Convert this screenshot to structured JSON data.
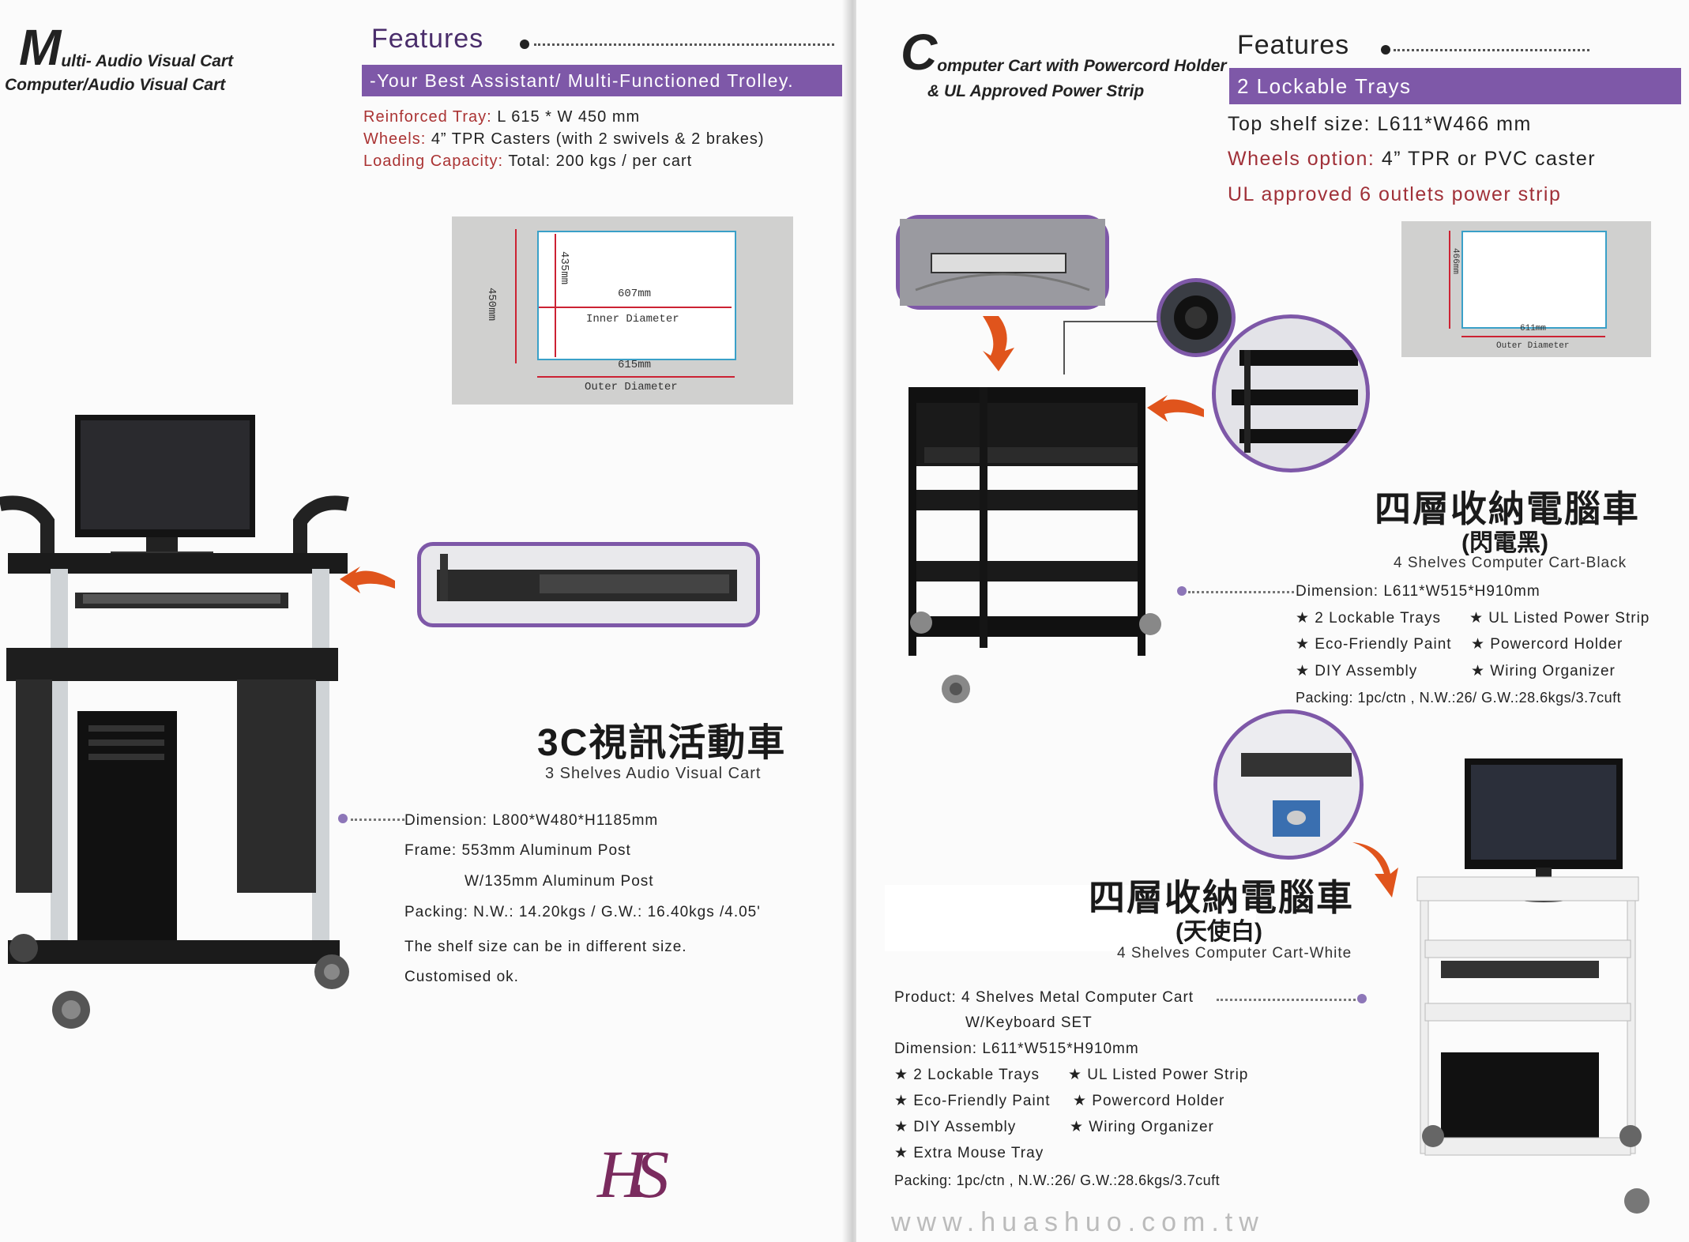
{
  "left": {
    "brand_line1": "Multi- Audio Visual Cart",
    "brand_line1_cap": "M",
    "brand_line1_rest": "ulti- Audio Visual Cart",
    "brand_line2": "Computer/Audio Visual Cart",
    "features_heading": "Features",
    "band_text": "-Your Best Assistant/ Multi-Functioned Trolley.",
    "specs": [
      {
        "key": "Reinforced Tray:",
        "value": "L 615 * W 450 mm"
      },
      {
        "key": "Wheels:",
        "value": "4” TPR Casters (with 2 swivels & 2 brakes)"
      },
      {
        "key": "Loading Capacity:",
        "value": "Total: 200 kgs / per cart"
      }
    ],
    "diagram": {
      "outer_h": "450mm",
      "inner_h": "435mm",
      "inner_w": "607mm",
      "inner_label": "Inner Diameter",
      "outer_w": "615mm",
      "outer_label": "Outer Diameter"
    },
    "product_title_cn": "3C視訊活動車",
    "product_title_en": "3 Shelves Audio Visual Cart",
    "details": [
      "Dimension:  L800*W480*H1185mm",
      "Frame: 553mm Aluminum Post",
      "W/135mm Aluminum Post",
      "Packing: N.W.: 14.20kgs / G.W.: 16.40kgs /4.05'",
      "The shelf size can be in different size.",
      "Customised ok."
    ],
    "logo": "HS"
  },
  "right": {
    "brand_cap": "C",
    "brand_line1_rest": "omputer Cart with Powercord Holder",
    "brand_line2": "& UL Approved Power Strip",
    "features_heading": "Features",
    "band_text": "2 Lockable Trays",
    "specs": [
      {
        "key": "Top shelf size:",
        "value": "L611*W466 mm",
        "plain": true
      },
      {
        "key": "Wheels option:",
        "value": "4” TPR or PVC caster"
      },
      {
        "key": "UL approved 6 outlets power strip",
        "value": ""
      }
    ],
    "diagram": {
      "outer_h": "466mm",
      "outer_w": "611mm",
      "outer_label": "Outer Diameter"
    },
    "black_cart": {
      "title_cn": "四層收納電腦車",
      "subtitle_cn": "(閃電黑)",
      "title_en": "4 Shelves Computer Cart-Black",
      "dimension": "Dimension:  L611*W515*H910mm",
      "features_rows": [
        [
          "★ 2 Lockable Trays",
          "★ UL Listed Power Strip"
        ],
        [
          "★ Eco-Friendly Paint",
          "★ Powercord Holder"
        ],
        [
          "★ DIY Assembly",
          "★ Wiring Organizer"
        ]
      ],
      "packing": "Packing: 1pc/ctn , N.W.:26/ G.W.:28.6kgs/3.7cuft"
    },
    "white_cart": {
      "title_cn": "四層收納電腦車",
      "subtitle_cn": "(天使白)",
      "title_en": "4 Shelves Computer Cart-White",
      "product": "Product: 4 Shelves Metal Computer Cart",
      "product2": "W/Keyboard SET",
      "dimension": "Dimension:  L611*W515*H910mm",
      "features_rows": [
        [
          "★ 2 Lockable Trays",
          "★ UL Listed Power Strip"
        ],
        [
          "★ Eco-Friendly Paint",
          "★ Powercord Holder"
        ],
        [
          "★ DIY Assembly",
          "★ Wiring Organizer"
        ],
        [
          "★ Extra Mouse Tray",
          ""
        ]
      ],
      "packing": "Packing: 1pc/ctn , N.W.:26/ G.W.:28.6kgs/3.7cuft"
    },
    "url": "www.huashuo.com.tw"
  },
  "colors": {
    "band": "#7e58a8",
    "key_text": "#a33333",
    "heading": "#4a2d6b",
    "callout_border": "#7e58a8"
  }
}
